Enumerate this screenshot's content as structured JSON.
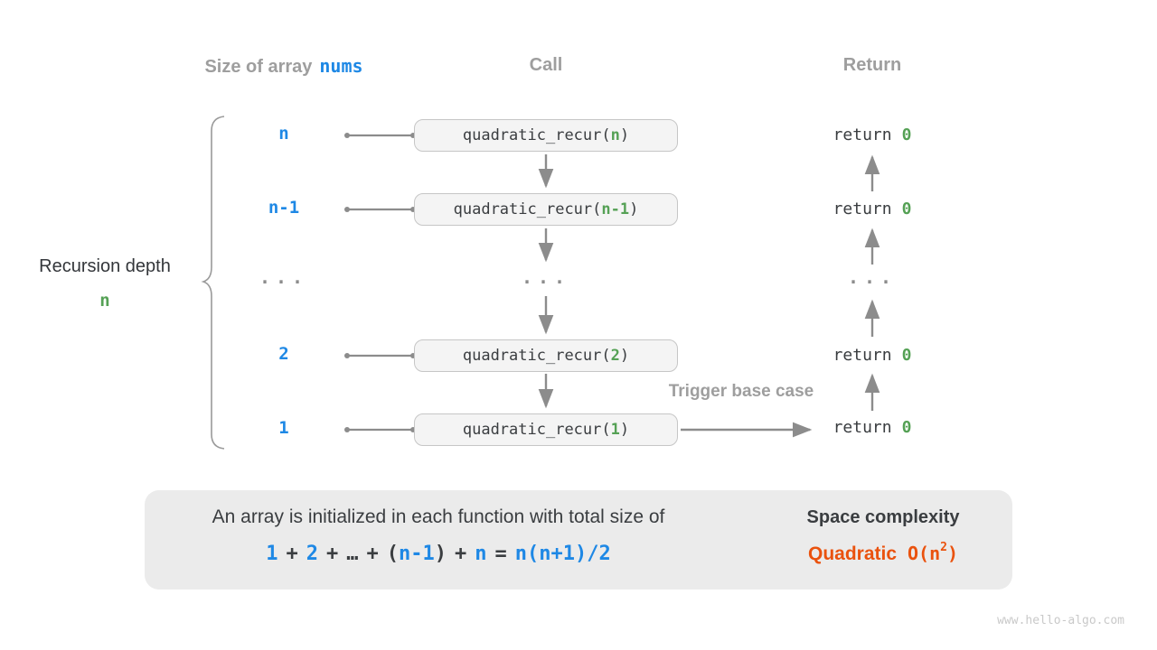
{
  "colors": {
    "blue": "#1e88e5",
    "green": "#55a155",
    "orange": "#ea520e",
    "dark": "#3a3d40",
    "gray_label": "#9e9e9e",
    "line_gray": "#8c8c8c",
    "panel_bg": "#ebebeb",
    "box_bg": "#f4f4f4"
  },
  "headers": {
    "size_prefix": "Size of array",
    "size_code": "nums",
    "call": "Call",
    "return": "Return"
  },
  "recursion_label": {
    "text": "Recursion depth",
    "depth": "n"
  },
  "rows": [
    {
      "size": "n",
      "call_open": "quadratic_recur(",
      "arg": "n",
      "call_close": ")",
      "return_kw": "return",
      "return_val": "0"
    },
    {
      "size": "n-1",
      "call_open": "quadratic_recur(",
      "arg": "n-1",
      "call_close": ")",
      "return_kw": "return",
      "return_val": "0"
    },
    {
      "size_ellipsis": "...",
      "call_ellipsis": "...",
      "return_ellipsis": "..."
    },
    {
      "size": "2",
      "call_open": "quadratic_recur(",
      "arg": "2",
      "call_close": ")",
      "return_kw": "return",
      "return_val": "0"
    },
    {
      "size": "1",
      "call_open": "quadratic_recur(",
      "arg": "1",
      "call_close": ")",
      "return_kw": "return",
      "return_val": "0"
    }
  ],
  "trigger_label": "Trigger base case",
  "summary": {
    "description": "An array is initialized in each function with total size of",
    "formula_parts": [
      {
        "text": "1"
      },
      {
        "text": "+"
      },
      {
        "text": "2"
      },
      {
        "text": "+"
      },
      {
        "text": "…"
      },
      {
        "text": "+"
      },
      {
        "text": "("
      },
      {
        "text": "n-1"
      },
      {
        "text": ")"
      },
      {
        "text": "+"
      },
      {
        "text": "n"
      },
      {
        "text": "="
      },
      {
        "text": "n(n+1)/2"
      }
    ],
    "space_title": "Space complexity",
    "complexity": {
      "word": "Quadratic",
      "o_open": "O(n",
      "exponent": "2",
      "o_close": ")"
    }
  },
  "watermark": "www.hello-algo.com"
}
